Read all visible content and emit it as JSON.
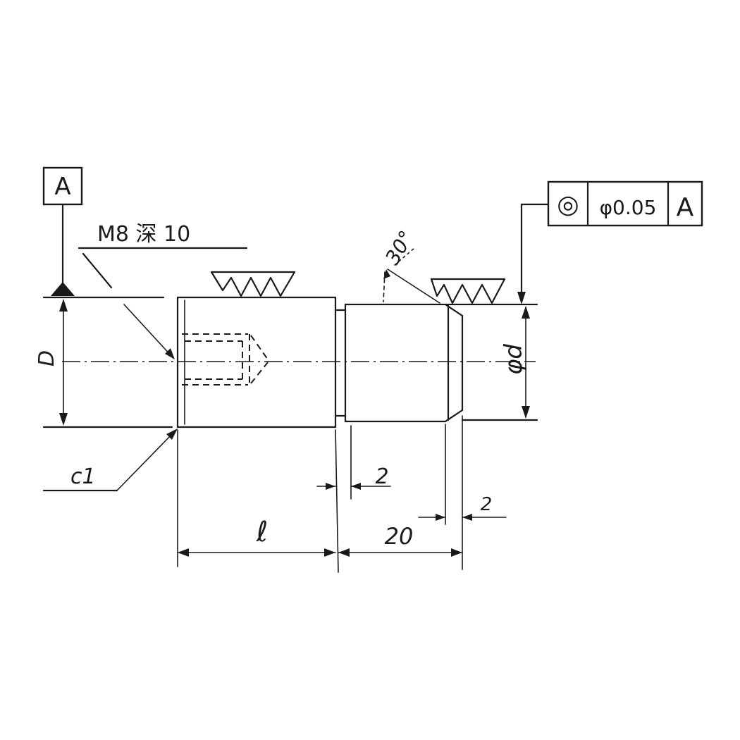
{
  "datum": {
    "label": "A"
  },
  "thread_note": {
    "text": "M8 深 10"
  },
  "chamfer_note": {
    "text": "c1"
  },
  "angle_note": {
    "text": "30°"
  },
  "dimensions": {
    "large_diameter": "D",
    "small_diameter": "φd",
    "length_large": "ℓ",
    "length_small": "20",
    "groove_width": "2",
    "chamfer_width": "2"
  },
  "feature_control_frame": {
    "symbol": "◎",
    "tolerance": "φ0.05",
    "datum_ref": "A"
  }
}
